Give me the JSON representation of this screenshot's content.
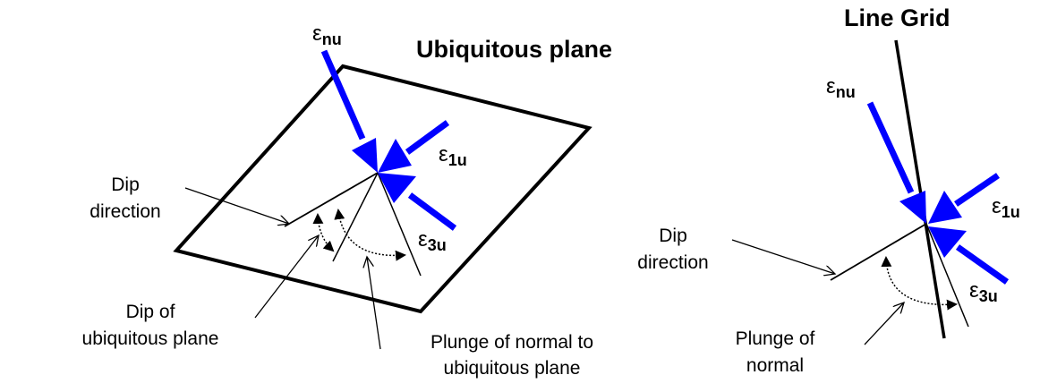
{
  "colors": {
    "strain_arrow": "#0000ff",
    "lines": "#000000"
  },
  "left": {
    "title": "Ubiquitous plane",
    "eps_n": {
      "symbol": "ε",
      "sub": "nu"
    },
    "eps_1": {
      "symbol": "ε",
      "sub": "1u"
    },
    "eps_3": {
      "symbol": "ε",
      "sub": "3u"
    },
    "dip_direction": [
      "Dip",
      "direction"
    ],
    "dip": [
      "Dip of",
      "ubiquitous plane"
    ],
    "plunge": [
      "Plunge of normal to",
      "ubiquitous plane"
    ]
  },
  "right": {
    "title": "Line Grid",
    "eps_n": {
      "symbol": "ε",
      "sub": "nu"
    },
    "eps_1": {
      "symbol": "ε",
      "sub": "1u"
    },
    "eps_3": {
      "symbol": "ε",
      "sub": "3u"
    },
    "dip_direction": [
      "Dip",
      "direction"
    ],
    "plunge": [
      "Plunge of",
      "normal"
    ]
  }
}
